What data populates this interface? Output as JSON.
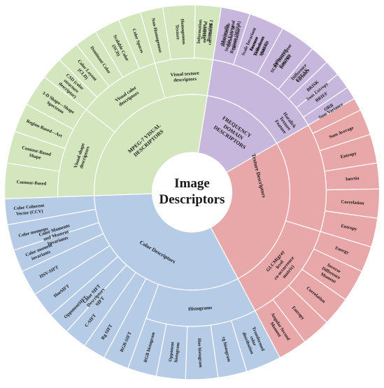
{
  "center": {
    "line1": "Image",
    "line2": "Descriptors"
  },
  "colors": {
    "texture": "#e8a7a9",
    "color": "#b5cbe6",
    "mpeg": "#d3e6bd",
    "frequency": "#c7b7dc",
    "separator": "#ffffff"
  },
  "categories": [
    {
      "label": "Texture Descriptors",
      "color": "texture"
    },
    {
      "label": "Color Descriptors",
      "color": "color"
    },
    {
      "label": "MPEG-7 VISUAL DESCRIPTORS",
      "color": "mpeg"
    },
    {
      "label": "FREQUENCY DOMAIN DESCRIPTORS",
      "color": "frequency"
    }
  ],
  "groups": [
    {
      "label": "Haralick Texture Feature",
      "category": 0
    },
    {
      "label": "GLCM(gray level co-occurrence matrix)",
      "category": 0
    },
    {
      "label": "Histograms",
      "category": 1
    },
    {
      "label": "Color SIFT Descriptors SIFT",
      "category": 1
    },
    {
      "label": "Color Moments and Moment Invariants",
      "category": 1
    },
    {
      "label": "",
      "category": 1
    },
    {
      "label": "Visual shape descriptors",
      "category": 2
    },
    {
      "label": "Visual color descriptors",
      "category": 2
    },
    {
      "label": "Visual texture descriptors",
      "category": 2
    },
    {
      "label": "FREQUENCY DOMAIN DESCRIPTORS",
      "category": 3
    }
  ],
  "leaves": [
    {
      "label": "Information measure of correlation 2",
      "group": 0
    },
    {
      "label": "Information measure of correlation 1",
      "group": 0
    },
    {
      "label": "Inverse Difference Moment",
      "group": 0
    },
    {
      "label": "Difference Entropy",
      "group": 0
    },
    {
      "label": "Difference Variance",
      "group": 0
    },
    {
      "label": "Sum Entropy",
      "group": 0
    },
    {
      "label": "Sum Variance",
      "group": 0
    },
    {
      "label": "Sum Average",
      "group": 0
    },
    {
      "label": "Entropy",
      "group": 0
    },
    {
      "label": "Inertia",
      "group": 0
    },
    {
      "label": "Correlation",
      "group": 0
    },
    {
      "label": "Entropy",
      "group": 0
    },
    {
      "label": "Energy",
      "group": 1
    },
    {
      "label": "Inverse Difference Moment",
      "group": 1
    },
    {
      "label": "Correlation",
      "group": 1
    },
    {
      "label": "Entropy",
      "group": 1
    },
    {
      "label": "Angular Second Moment",
      "group": 1
    },
    {
      "label": "Transformed color distribution",
      "group": 2
    },
    {
      "label": "rg histogram",
      "group": 2
    },
    {
      "label": "Hue histogram",
      "group": 2
    },
    {
      "label": "Opponent histogram",
      "group": 2
    },
    {
      "label": "RGB histogram",
      "group": 2
    },
    {
      "label": "RGB-SIFT",
      "group": 3
    },
    {
      "label": "Rg SIFT",
      "group": 3
    },
    {
      "label": "C-SIFT",
      "group": 3
    },
    {
      "label": "OpponentSIFT",
      "group": 3
    },
    {
      "label": "HueSIFT",
      "group": 3
    },
    {
      "label": "HSV-SIFT",
      "group": 3
    },
    {
      "label": "Color moment invariants",
      "group": 4
    },
    {
      "label": "Color moments",
      "group": 4
    },
    {
      "label": "Color Coherent Vector (CCV)",
      "group": 5
    },
    {
      "label": "Contour-Based",
      "group": 6
    },
    {
      "label": "Contour-Based Shape",
      "group": 6
    },
    {
      "label": "Region-Based—Art",
      "group": 6
    },
    {
      "label": "3-D Shape—Shape Spectrum",
      "group": 6
    },
    {
      "label": "CSD (color structure descriptor)",
      "group": 7
    },
    {
      "label": "Color Layout (CLD)",
      "group": 7
    },
    {
      "label": "Dominant Color",
      "group": 7
    },
    {
      "label": "Scalable Color (SCD)",
      "group": 7
    },
    {
      "label": "Color Spaces",
      "group": 7
    },
    {
      "label": "Non-Homogenous",
      "group": 8
    },
    {
      "label": "Homogenous Texture",
      "group": 8
    },
    {
      "label": "Texture Browsing",
      "group": 8
    },
    {
      "label": "Maximally Stable Extremal Regions (MSER)",
      "group": 9
    },
    {
      "label": "Scale Invariant Feature Transform (SIFT)",
      "group": 9
    },
    {
      "label": "SURF Descriptor Detector",
      "group": 9
    },
    {
      "label": "FREAK",
      "group": 9
    },
    {
      "label": "BRISK",
      "group": 9
    },
    {
      "label": "BRIEF",
      "group": 9
    },
    {
      "label": "ORB",
      "group": 9
    }
  ]
}
